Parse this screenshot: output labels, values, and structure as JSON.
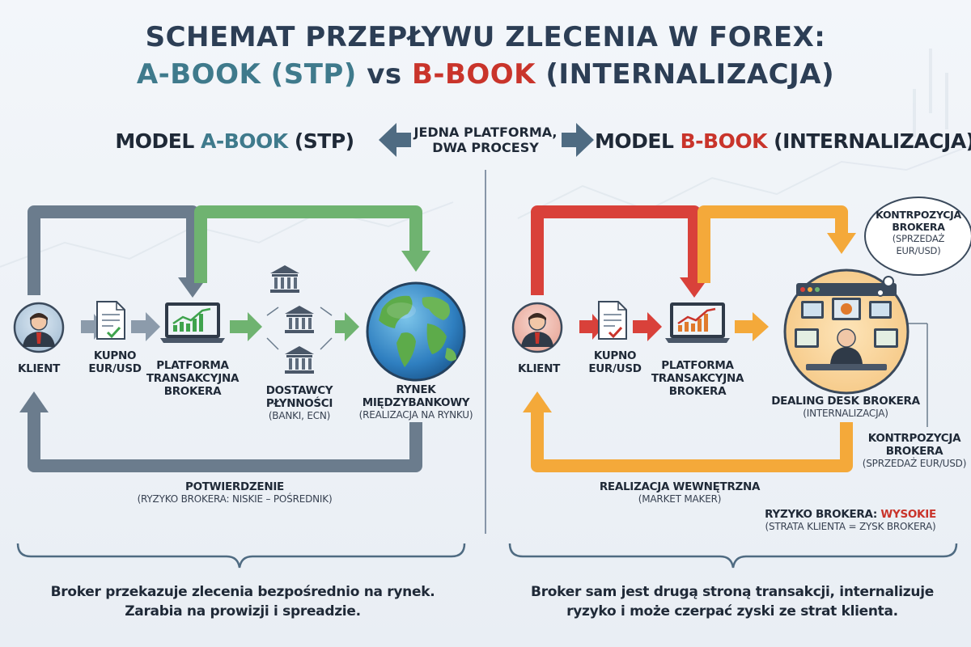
{
  "title": {
    "line1": "SCHEMAT PRZEPŁYWU ZLECENIA W FOREX:",
    "a_book": "A-BOOK (STP)",
    "vs": " vs ",
    "b_book": "B-BOOK",
    "b_book_rest": " (INTERNALIZACJA)"
  },
  "center_label": {
    "line1": "JEDNA PLATFORMA,",
    "line2": "DWA PROCESY"
  },
  "left": {
    "heading_prefix": "MODEL ",
    "heading_accent": "A-BOOK",
    "heading_suffix": " (STP)",
    "client": "KLIENT",
    "order_line1": "KUPNO",
    "order_line2": "EUR/USD",
    "platform_line1": "PLATFORMA",
    "platform_line2": "TRANSAKCYJNA",
    "platform_line3": "BROKERA",
    "providers_line1": "DOSTAWCY",
    "providers_line2": "PŁYNNOŚCI",
    "providers_sub": "(BANKI, ECN)",
    "market_line1": "RYNEK",
    "market_line2": "MIĘDZYBANKOWY",
    "market_sub": "(REALIZACJA NA RYNKU)",
    "confirm": "POTWIERDZENIE",
    "confirm_sub": "(RYZYKO BROKERA: NISKIE – POŚREDNIK)",
    "summary_line1": "Broker przekazuje zlecenia bezpośrednio na rynek.",
    "summary_line2": "Zarabia na prowizji i spreadzie."
  },
  "right": {
    "heading_prefix": "MODEL ",
    "heading_accent": "B-BOOK",
    "heading_suffix": " (INTERNALIZACJA)",
    "client": "KLIENT",
    "order_line1": "KUPNO",
    "order_line2": "EUR/USD",
    "platform_line1": "PLATFORMA",
    "platform_line2": "TRANSAKCYJNA",
    "platform_line3": "BROKERA",
    "desk": "DEALING DESK BROKERA",
    "desk_sub": "(INTERNALIZACJA)",
    "bubble_line1": "KONTRPOZYCJA",
    "bubble_line2": "BROKERA",
    "bubble_sub1": "(SPRZEDAŻ",
    "bubble_sub2": "EUR/USD)",
    "counter_line1": "KONTRPOZYCJA",
    "counter_line2": "BROKERA",
    "counter_sub": "(SPRZEDAŻ EUR/USD)",
    "internal": "REALIZACJA WEWNĘTRZNA",
    "internal_sub": "(MARKET MAKER)",
    "risk_prefix": "RYZYKO BROKERA: ",
    "risk_value": "WYSOKIE",
    "risk_sub": "(STRATA KLIENTA = ZYSK BROKERA)",
    "summary_line1": "Broker sam jest drugą stroną transakcji, internalizuje",
    "summary_line2": "ryzyko i może czerpać zyski ze strat klienta."
  },
  "colors": {
    "title": "#2c3e55",
    "a_book": "#3f7a8c",
    "b_book": "#c9342b",
    "slate_arrow": "#6b7c8d",
    "green_arrow": "#6fb370",
    "red_arrow": "#d9413a",
    "orange_arrow": "#f4a93a",
    "risk_high": "#c9342b"
  },
  "icons": [
    "client-icon",
    "document-icon",
    "laptop-chart-icon",
    "bank-icon",
    "globe-icon",
    "dealing-desk-icon",
    "thought-bubble-icon",
    "double-arrow-icon",
    "brace-icon"
  ]
}
